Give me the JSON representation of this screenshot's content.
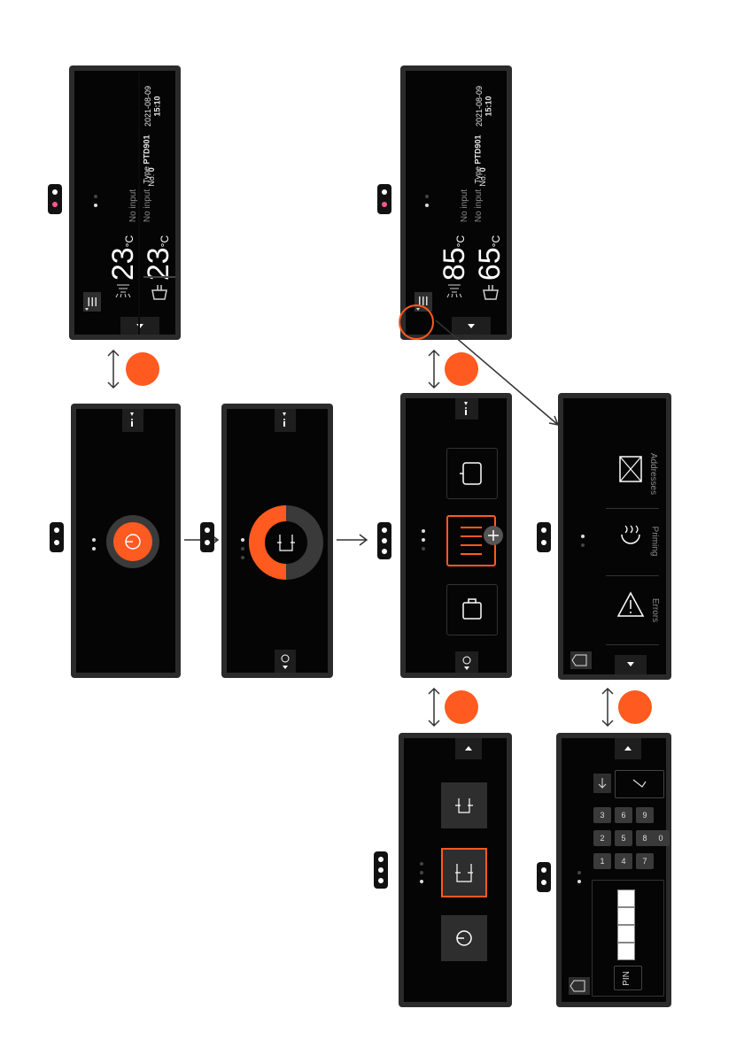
{
  "colors": {
    "accent": "#ff5a1f",
    "panel": "#2b2b2b",
    "screen": "#050505",
    "pink": "#ff5a8a"
  },
  "status_top": {
    "date": "2021-08-09",
    "time": "15:10",
    "no_label": "No.",
    "no_value": "0",
    "type_label": "Type",
    "type_value": "PTD901",
    "input_1": "No input",
    "input_2": "No input",
    "temp_1": "23",
    "temp_2": "23",
    "unit": "°C"
  },
  "status_bottom": {
    "date": "2021-08-09",
    "time": "15:10",
    "no_label": "No.",
    "no_value": "0",
    "type_label": "Type",
    "type_value": "PTD901",
    "input_1": "No input",
    "input_2": "No input",
    "temp_1": "85",
    "temp_2": "65",
    "unit": "°C"
  },
  "menu": {
    "errors": "Errors",
    "priming": "Priming",
    "addresses": "Addresses"
  },
  "pin": {
    "label": "PIN"
  },
  "keypad": [
    "1",
    "2",
    "3",
    "4",
    "5",
    "6",
    "7",
    "8",
    "9",
    "0"
  ],
  "icons": {
    "shower": "shower-icon",
    "bath": "bath-icon",
    "power": "power-icon",
    "info": "info-icon",
    "menu": "menu-icon",
    "arrow_up": "arrow-up-icon",
    "arrow_down": "arrow-down-icon",
    "arrow_right": "arrow-right-icon",
    "heater": "heater-icon",
    "tub": "tub-icon",
    "suitcase": "suitcase-icon",
    "hand_gesture": "hand-gesture-icon"
  }
}
